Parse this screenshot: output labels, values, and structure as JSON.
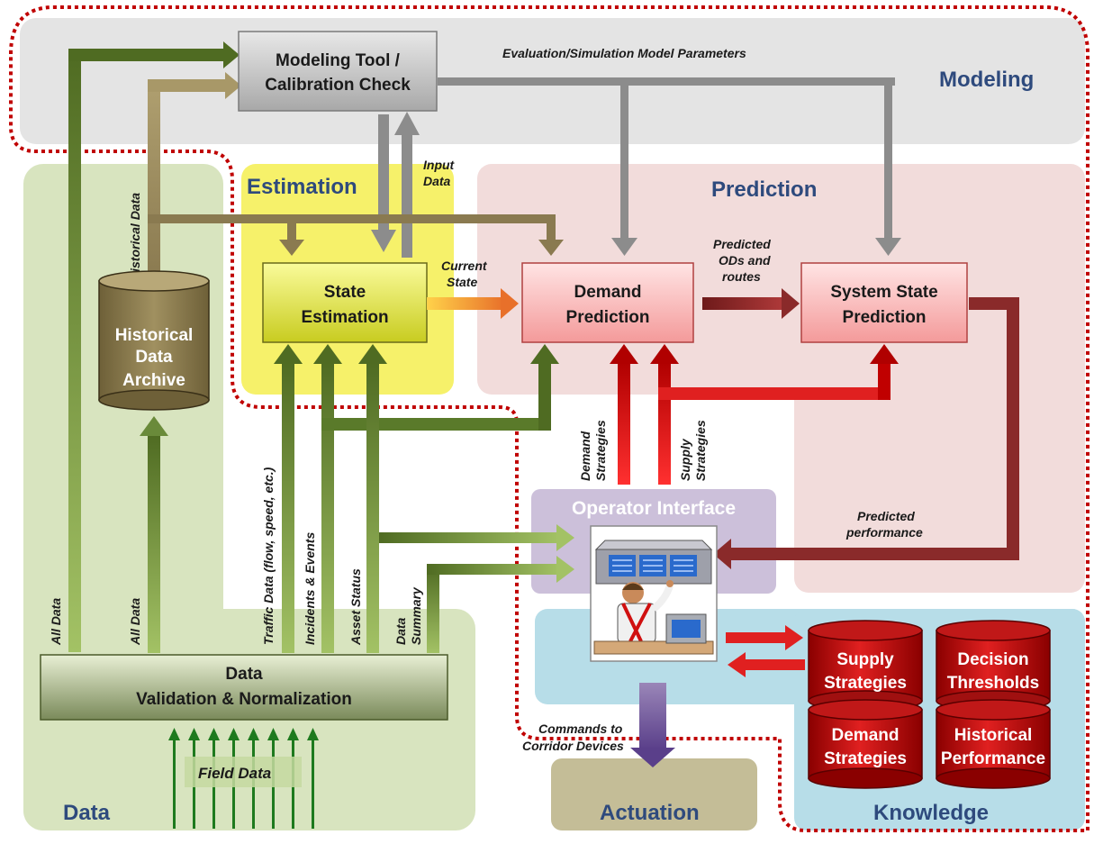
{
  "regions": {
    "modeling": "Modeling",
    "estimation": "Estimation",
    "prediction": "Prediction",
    "data": "Data",
    "actuation": "Actuation",
    "knowledge": "Knowledge"
  },
  "boxes": {
    "modeling_tool": [
      "Modeling Tool /",
      "Calibration Check"
    ],
    "state_estimation": [
      "State",
      "Estimation"
    ],
    "demand_prediction": [
      "Demand",
      "Prediction"
    ],
    "system_state_prediction": [
      "System State",
      "Prediction"
    ],
    "historical_archive": [
      "Historical",
      "Data",
      "Archive"
    ],
    "data_validation": [
      "Data",
      "Validation & Normalization"
    ],
    "operator_interface": "Operator Interface"
  },
  "knowledge_stores": {
    "supply_strategies": [
      "Supply",
      "Strategies"
    ],
    "demand_strategies": [
      "Demand",
      "Strategies"
    ],
    "decision_thresholds": [
      "Decision",
      "Thresholds"
    ],
    "historical_performance": [
      "Historical",
      "Performance"
    ]
  },
  "flows": {
    "eval_params": "Evaluation/Simulation Model Parameters",
    "input_data": [
      "Input",
      "Data"
    ],
    "current_state": [
      "Current",
      "State"
    ],
    "predicted_ods": [
      "Predicted",
      "ODs and",
      "routes"
    ],
    "historical_data": "Historical Data",
    "all_data_1": "All Data",
    "all_data_2": "All Data",
    "traffic_data": "Traffic Data (flow, speed, etc.)",
    "incidents": "Incidents & Events",
    "asset_status": "Asset Status",
    "data_summary": [
      "Data",
      "Summary"
    ],
    "demand_strategies": [
      "Demand",
      "Strategies"
    ],
    "supply_strategies": [
      "Supply",
      "Strategies"
    ],
    "predicted_performance": [
      "Predicted",
      "performance"
    ],
    "commands": [
      "Commands to",
      "Corridor Devices"
    ],
    "field_data": "Field Data"
  },
  "colors": {
    "modeling_bg": "#e4e4e4",
    "estimation_bg": "#f6f16a",
    "prediction_bg": "#f2dcdb",
    "data_bg": "#d8e4bf",
    "operator_bg": "#ccc0da",
    "knowledge_bg": "#b7dde8",
    "actuation_bg": "#c4bd97",
    "green_arrow": "#5a7a2a",
    "gray_arrow": "#8c8c8c",
    "red_arrow": "#e02020",
    "maroon_arrow": "#7a2020",
    "dotted_border": "#c00000"
  }
}
